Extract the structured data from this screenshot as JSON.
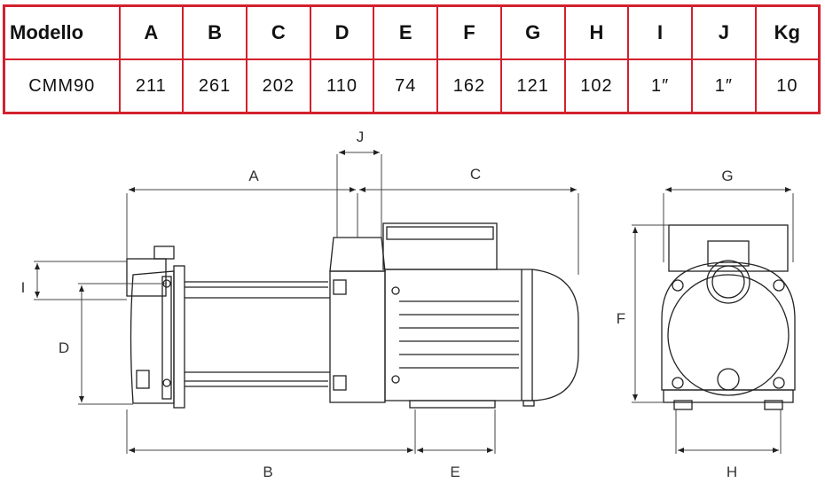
{
  "table": {
    "headers": [
      "Modello",
      "A",
      "B",
      "C",
      "D",
      "E",
      "F",
      "G",
      "H",
      "I",
      "J",
      "Kg"
    ],
    "rows": [
      [
        "CMM90",
        "211",
        "261",
        "202",
        "110",
        "74",
        "162",
        "121",
        "102",
        "1″",
        "1″",
        "10"
      ]
    ]
  },
  "dimension_labels": {
    "a": "A",
    "b": "B",
    "c": "C",
    "d": "D",
    "e": "E",
    "f": "F",
    "g": "G",
    "h": "H",
    "i": "I",
    "j": "J"
  },
  "colors": {
    "table_border": "#d3202d",
    "line": "#222222"
  }
}
